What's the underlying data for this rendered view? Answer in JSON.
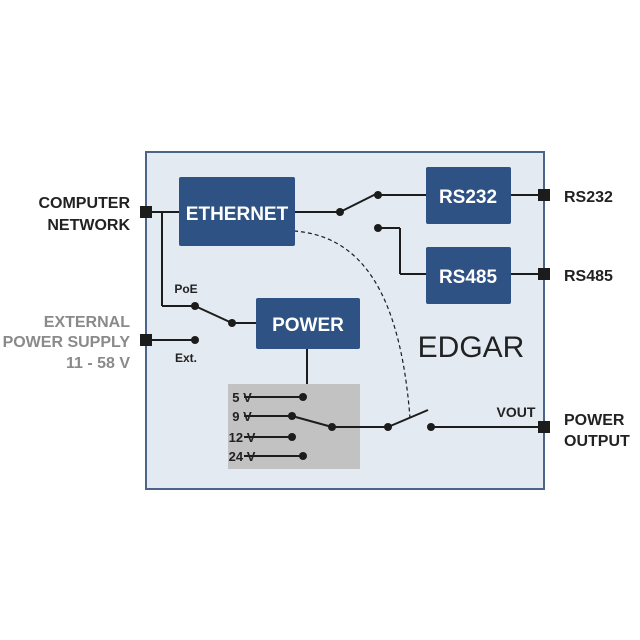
{
  "device_name": "EDGAR",
  "blocks": {
    "ethernet": "ETHERNET",
    "power": "POWER",
    "rs232": "RS232",
    "rs485": "RS485"
  },
  "ports": {
    "computer_network": [
      "COMPUTER",
      "NETWORK"
    ],
    "external_power": [
      "EXTERNAL",
      "POWER SUPPLY",
      "11 - 58 V"
    ],
    "rs232": "RS232",
    "rs485": "RS485",
    "power_output": [
      "POWER",
      "OUTPUT"
    ]
  },
  "switch_labels": {
    "poe": "PoE",
    "ext": "Ext.",
    "vout": "VOUT"
  },
  "voltage_options": [
    "5 V",
    "9 V",
    "12 V",
    "24 V"
  ],
  "colors": {
    "box_fill": "#e3eaf2",
    "box_border": "#4a6587",
    "block_fill": "#2e5283",
    "selector_fill": "#c2c2c2",
    "line": "#1c1c1c",
    "grey_text": "#8a8a8a"
  }
}
